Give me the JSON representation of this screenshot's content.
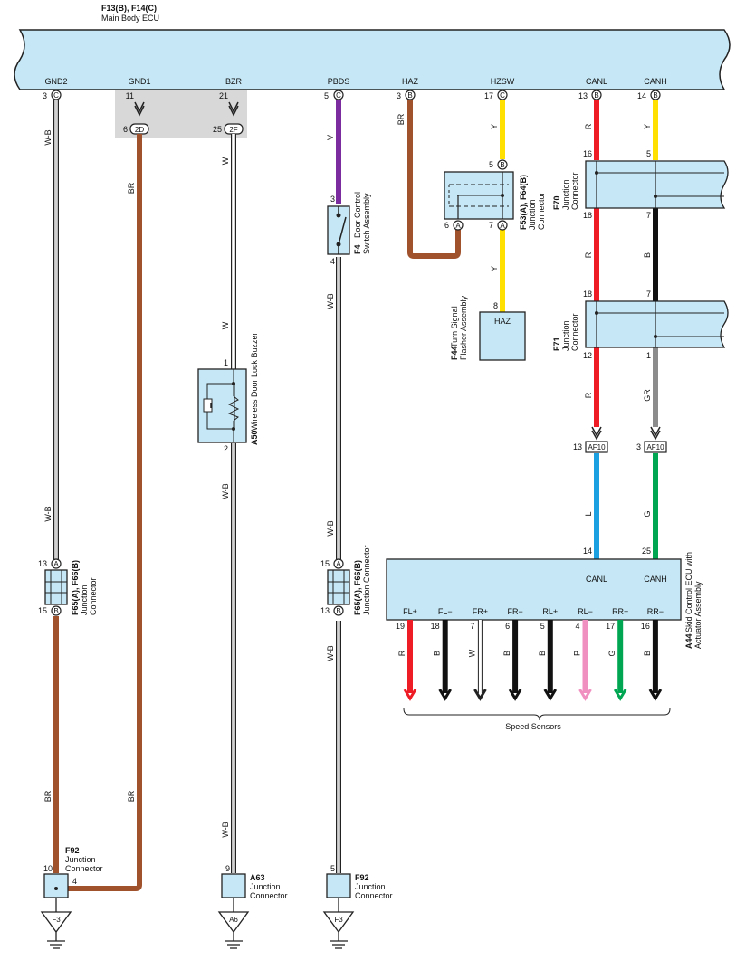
{
  "ecu": {
    "id": "F13(B), F14(C)",
    "name": "Main Body ECU"
  },
  "ecu_pins": [
    {
      "name": "GND2",
      "num": "3",
      "conn": "C"
    },
    {
      "name": "GND1",
      "num": "11",
      "conn": ""
    },
    {
      "name": "BZR",
      "num": "21",
      "conn": ""
    },
    {
      "name": "PBDS",
      "num": "5",
      "conn": "C"
    },
    {
      "name": "HAZ",
      "num": "3",
      "conn": "B"
    },
    {
      "name": "HZSW",
      "num": "17",
      "conn": "C"
    },
    {
      "name": "CANL",
      "num": "13",
      "conn": "B"
    },
    {
      "name": "CANH",
      "num": "14",
      "conn": "B"
    }
  ],
  "inline_conn": [
    {
      "num": "6",
      "code": "2D"
    },
    {
      "num": "25",
      "code": "2F"
    }
  ],
  "wire_colors": {
    "gnd2": "W-B",
    "gnd1_top": "BR",
    "bzr_top": "W",
    "pbds_top": "V",
    "haz": "BR",
    "hzsw_top": "Y",
    "canl_top": "R",
    "canh_top": "Y",
    "hzsw_mid": "Y",
    "canl_mid": "R",
    "canh_mid": "B",
    "bzr_mid": "W",
    "pbds_mid": "W-B",
    "canl_low": "R",
    "canh_low": "GR",
    "bzr_low": "W-B",
    "gnd2_low": "W-B",
    "pbds_low": "W-B",
    "canl_af": "L",
    "canh_af": "G",
    "gnd2_bot": "BR",
    "gnd1_bot": "BR",
    "bzr_bot": "W-B",
    "pbds_bot": "W-B"
  },
  "colors": {
    "wb": "#ffffff",
    "br": "#a0522d",
    "v": "#7b2c9e",
    "y": "#ffe000",
    "r": "#ee1c25",
    "b": "#111111",
    "gr": "#8c8c8c",
    "l": "#1ba1e2",
    "g": "#00a651",
    "p": "#f090c0",
    "w": "#ffffff",
    "box": "#c6e8f6"
  },
  "f4": {
    "id": "F4",
    "name": "Door Control Switch Assembly",
    "pin_top": "3",
    "pin_bot": "4"
  },
  "f53": {
    "id": "F53(A), F64(B)",
    "name": "Junction Connector",
    "pin_top": "5",
    "pin_top_conn": "B",
    "pin_left": "6",
    "pin_left_conn": "A",
    "pin_right": "7",
    "pin_right_conn": "A"
  },
  "f44": {
    "id": "F44",
    "name": "Turn Signal Flasher Assembly",
    "pin": "8",
    "label": "HAZ"
  },
  "f70": {
    "id": "F70",
    "name": "Junction Connector",
    "pins": [
      "16",
      "5",
      "18",
      "7"
    ]
  },
  "f71": {
    "id": "F71",
    "name": "Junction Connector",
    "pins": [
      "18",
      "7",
      "12",
      "1"
    ]
  },
  "af10": [
    {
      "num": "13",
      "code": "AF10"
    },
    {
      "num": "3",
      "code": "AF10"
    }
  ],
  "a50": {
    "id": "A50",
    "name": "Wireless Door Lock Buzzer",
    "pin_top": "1",
    "pin_bot": "2"
  },
  "f65_left": {
    "id": "F65(A), F66(B)",
    "name": "Junction Connector",
    "pin_top": "13",
    "pin_top_conn": "A",
    "pin_bot": "15",
    "pin_bot_conn": "B"
  },
  "f65_right": {
    "id": "F65(A), F66(B)",
    "name": "Junction Connector",
    "pin_top": "15",
    "pin_top_conn": "A",
    "pin_bot": "13",
    "pin_bot_conn": "B"
  },
  "a44": {
    "id": "A44",
    "name": "Skid Control ECU with Actuator Assembly",
    "can": [
      {
        "name": "CANL",
        "num": "14"
      },
      {
        "name": "CANH",
        "num": "25"
      }
    ],
    "pins": [
      {
        "name": "FL+",
        "num": "19",
        "color": "R"
      },
      {
        "name": "FL−",
        "num": "18",
        "color": "B"
      },
      {
        "name": "FR+",
        "num": "7",
        "color": "W"
      },
      {
        "name": "FR−",
        "num": "6",
        "color": "B"
      },
      {
        "name": "RL+",
        "num": "5",
        "color": "B"
      },
      {
        "name": "RL−",
        "num": "4",
        "color": "P"
      },
      {
        "name": "RR+",
        "num": "17",
        "color": "G"
      },
      {
        "name": "RR−",
        "num": "16",
        "color": "B"
      }
    ],
    "speed_sensors": "Speed Sensors"
  },
  "f92_left": {
    "id": "F92",
    "name": "Junction Connector",
    "pin_a": "10",
    "pin_b": "4",
    "ground": "F3"
  },
  "a63": {
    "id": "A63",
    "name": "Junction Connector",
    "pin": "9",
    "ground": "A6"
  },
  "f92_right": {
    "id": "F92",
    "name": "Junction Connector",
    "pin": "5",
    "ground": "F3"
  }
}
